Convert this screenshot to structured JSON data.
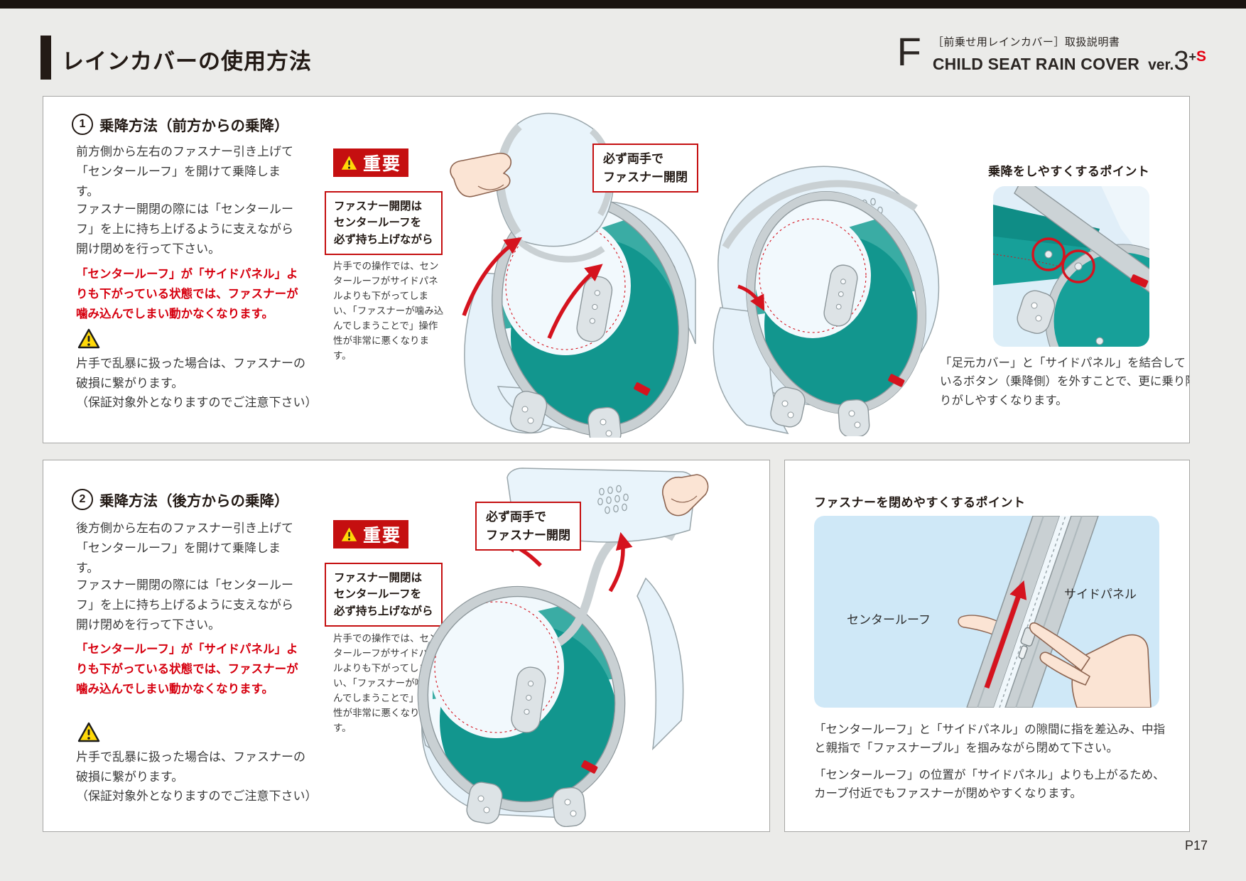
{
  "page": {
    "title": "レインカバーの使用方法",
    "number": "P17"
  },
  "header": {
    "letter": "F",
    "doc_type": "［前乗せ用レインカバー］取扱説明書",
    "product": "CHILD SEAT RAIN COVER",
    "ver_label": "ver.",
    "ver_num": "3",
    "ver_plus": "+",
    "ver_s": "S"
  },
  "colors": {
    "accent_red": "#d6000f",
    "badge_red": "#c50f10",
    "teal": "#12968e",
    "warning_yellow": "#ffd908",
    "cover_blue": "#e6f2fa"
  },
  "section1": {
    "heading_num": "1",
    "heading": "乗降方法（前方からの乗降）",
    "para1": "前方側から左右のファスナー引き上げて「センタールーフ」を開けて乗降します。",
    "para2": "ファスナー開閉の際には「センタールーフ」を上に持ち上げるように支えながら開け閉めを行って下さい。",
    "warning_red": "「センタールーフ」が「サイドパネル」よりも下がっている状態では、ファスナーが噛み込んでしまい動かなくなります。",
    "caution": "片手で乱暴に扱った場合は、ファスナーの破損に繋がります。",
    "caution_note": "（保証対象外となりますのでご注意下さい）",
    "important_label": "重要",
    "important_box_lines": [
      "ファスナー開閉は",
      "センタールーフを",
      "必ず持ち上げながら"
    ],
    "important_note": "片手での操作では、センタールーフがサイドパネルよりも下がってしまい、「ファスナーが噛み込んでしまうことで」操作性が非常に悪くなります。",
    "hands_label_lines": [
      "必ず両手で",
      "ファスナー開閉"
    ],
    "point": {
      "heading": "乗降をしやすくするポイント",
      "caption": "「足元カバー」と「サイドパネル」を結合しているボタン（乗降側）を外すことで、更に乗り降りがしやすくなります。"
    }
  },
  "section2": {
    "heading_num": "2",
    "heading": "乗降方法（後方からの乗降）",
    "para1": "後方側から左右のファスナー引き上げて「センタールーフ」を開けて乗降します。",
    "para2": "ファスナー開閉の際には「センタールーフ」を上に持ち上げるように支えながら開け閉めを行って下さい。",
    "warning_red": "「センタールーフ」が「サイドパネル」よりも下がっている状態では、ファスナーが噛み込んでしまい動かなくなります。",
    "caution": "片手で乱暴に扱った場合は、ファスナーの破損に繋がります。",
    "caution_note": "（保証対象外となりますのでご注意下さい）",
    "important_label": "重要",
    "important_box_lines": [
      "ファスナー開閉は",
      "センタールーフを",
      "必ず持ち上げながら"
    ],
    "important_note": "片手での操作では、センタールーフがサイドパネルよりも下がってしまい、「ファスナーが噛み込んでしまうことで」操作性が非常に悪くなります。",
    "hands_label_lines": [
      "必ず両手で",
      "ファスナー開閉"
    ],
    "point": {
      "heading": "ファスナーを閉めやすくするポイント",
      "label_left": "センタールーフ",
      "label_right": "サイドパネル",
      "caption1": "「センタールーフ」と「サイドパネル」の隙間に指を差込み、中指と親指で「ファスナープル」を掴みながら閉めて下さい。",
      "caption2": "「センタールーフ」の位置が「サイドパネル」よりも上がるため、カーブ付近でもファスナーが閉めやすくなります。"
    }
  }
}
